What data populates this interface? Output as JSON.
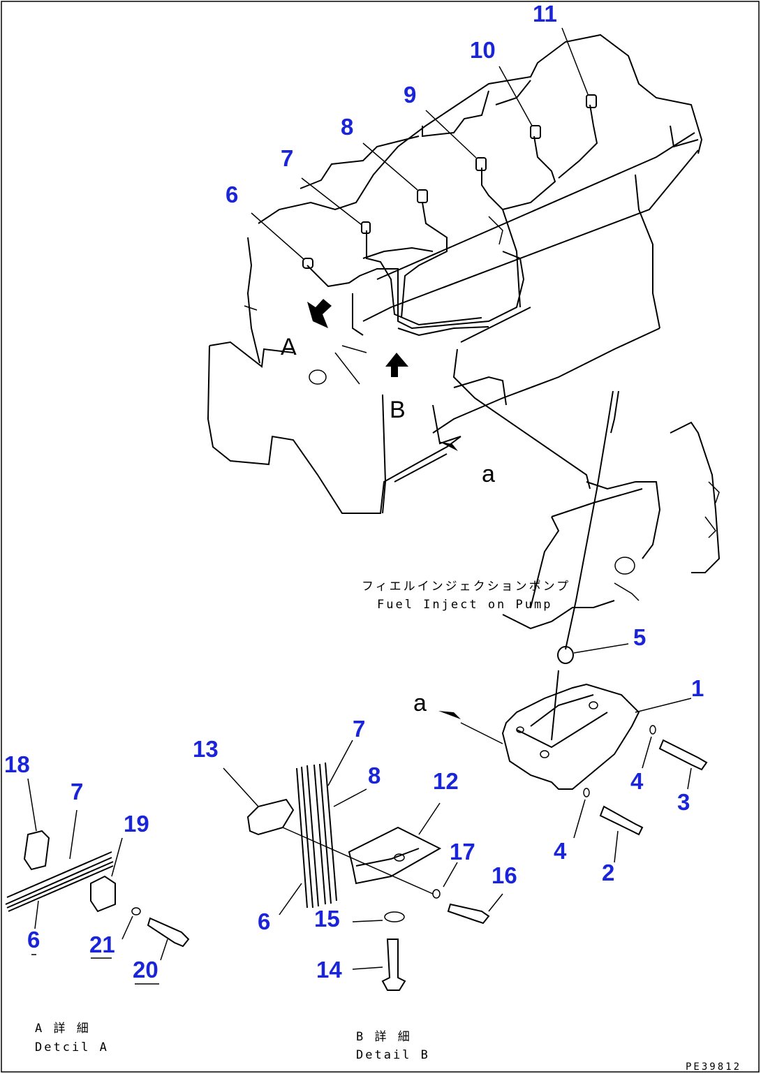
{
  "callouts": [
    {
      "id": "c1",
      "label": "1"
    },
    {
      "id": "c2",
      "label": "2"
    },
    {
      "id": "c3",
      "label": "3"
    },
    {
      "id": "c4a",
      "label": "4"
    },
    {
      "id": "c4b",
      "label": "4"
    },
    {
      "id": "c5",
      "label": "5"
    },
    {
      "id": "c6",
      "label": "6"
    },
    {
      "id": "c7",
      "label": "7"
    },
    {
      "id": "c8",
      "label": "8"
    },
    {
      "id": "c9",
      "label": "9"
    },
    {
      "id": "c10",
      "label": "10"
    },
    {
      "id": "c11",
      "label": "11"
    },
    {
      "id": "c12",
      "label": "12"
    },
    {
      "id": "c13",
      "label": "13"
    },
    {
      "id": "c14",
      "label": "14"
    },
    {
      "id": "c15",
      "label": "15"
    },
    {
      "id": "c16",
      "label": "16"
    },
    {
      "id": "c17",
      "label": "17"
    },
    {
      "id": "c18",
      "label": "18"
    },
    {
      "id": "c19",
      "label": "19"
    },
    {
      "id": "c20",
      "label": "20"
    },
    {
      "id": "c21",
      "label": "21"
    },
    {
      "id": "c6b",
      "label": "6"
    },
    {
      "id": "c7b",
      "label": "7"
    },
    {
      "id": "c8b",
      "label": "8"
    },
    {
      "id": "c6c",
      "label": "6"
    },
    {
      "id": "c7c",
      "label": "7"
    }
  ],
  "view_letters": {
    "a_upper": "A",
    "b_upper": "B",
    "a_lower_top": "a",
    "a_lower_mid": "a"
  },
  "pump_label": {
    "jp": "フィエルインジェクションポンプ",
    "en": "Fuel Inject on Pump"
  },
  "detail_a": {
    "jp": "A 詳 細",
    "en": "Detcil A"
  },
  "detail_b": {
    "jp": "B 詳 細",
    "en": "Detail B"
  },
  "drawing_code": "PE39812"
}
